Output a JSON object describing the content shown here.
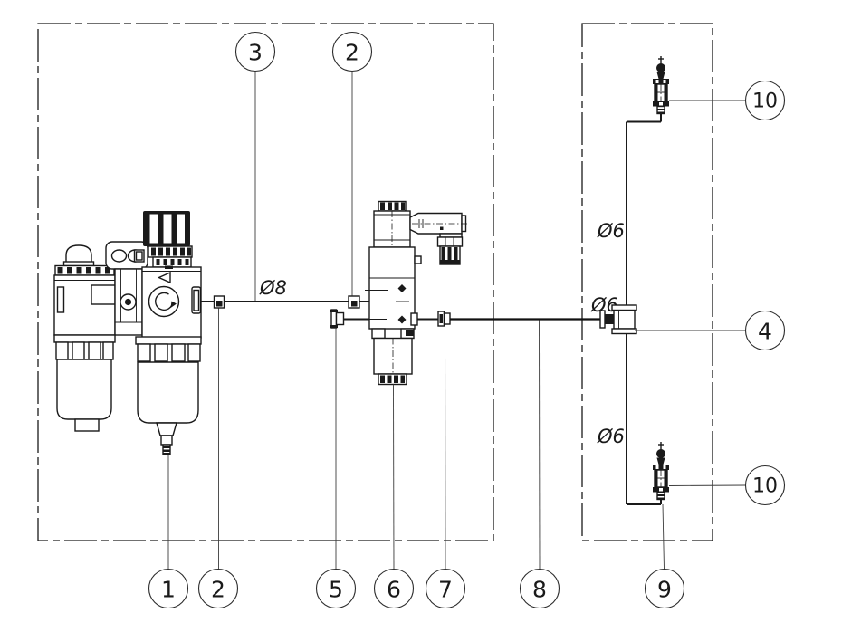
{
  "callouts": {
    "top_3": "3",
    "top_2": "2",
    "right_10_upper": "10",
    "right_4": "4",
    "right_10_lower": "10",
    "bottom_1": "1",
    "bottom_2": "2",
    "bottom_5": "5",
    "bottom_6": "6",
    "bottom_7": "7",
    "bottom_8": "8",
    "bottom_9": "9"
  },
  "pipe_labels": {
    "d8": "Ø8",
    "d6_upper": "Ø6",
    "d6_middle": "Ø6",
    "d6_lower": "Ø6"
  },
  "colors": {
    "line": "#1a1a1a",
    "background": "#ffffff"
  }
}
